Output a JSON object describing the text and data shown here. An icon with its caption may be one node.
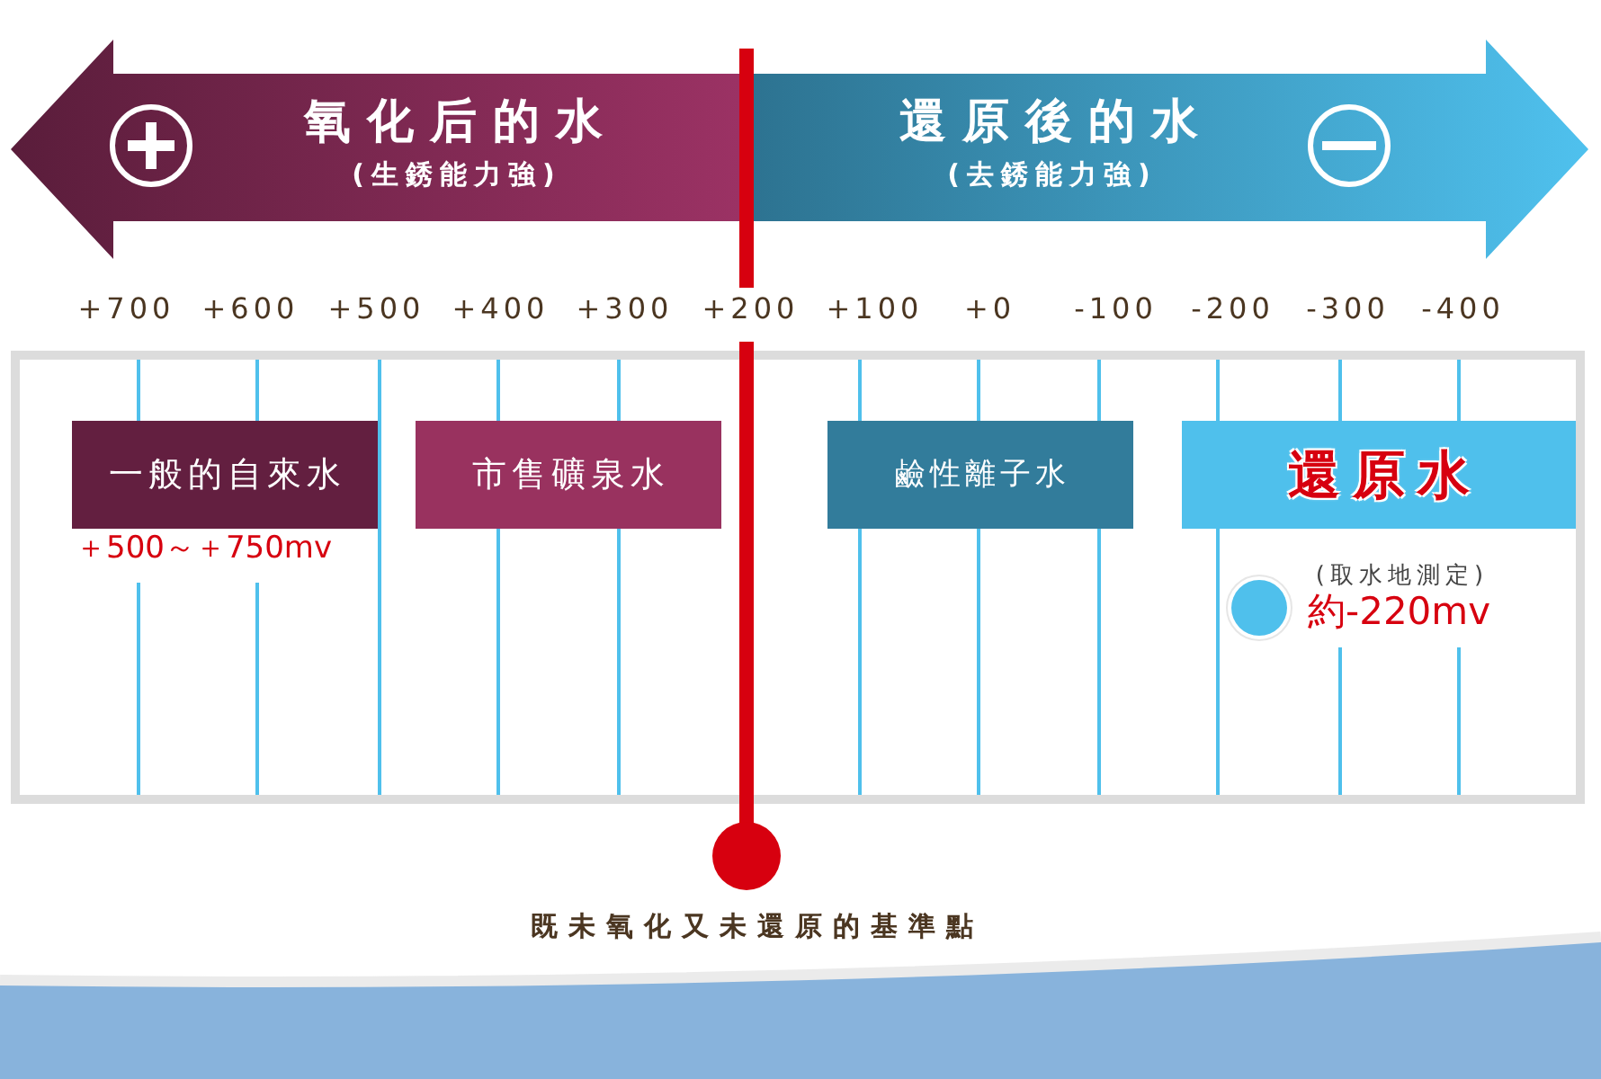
{
  "diagram": {
    "nodes": [
      {
        "text": [
          "氧化后的水",
          "(生銹能力強)"
        ]
      },
      {
        "text": [
          "還原後的水",
          "(去銹能力強)"
        ]
      },
      {
        "text": [
          "一般的自來水"
        ],
        "beside": [
          "＋500～＋750mv"
        ]
      },
      {
        "text": [
          "市售礦泉水"
        ]
      },
      {
        "text": [
          "鹼性離子水"
        ]
      },
      {
        "text": [
          "還原水"
        ],
        "beside": [
          "(取水地測定)",
          "約-220mv"
        ]
      },
      {
        "text": [],
        "shape": "circle",
        "beside": [
          "既未氧化又未還原的基準點"
        ]
      }
    ],
    "labels": [
      "+700",
      "+600",
      "+500",
      "+400",
      "+300",
      "+200",
      "+100",
      "+0",
      "-100",
      "-200",
      "-300",
      "-400"
    ]
  }
}
